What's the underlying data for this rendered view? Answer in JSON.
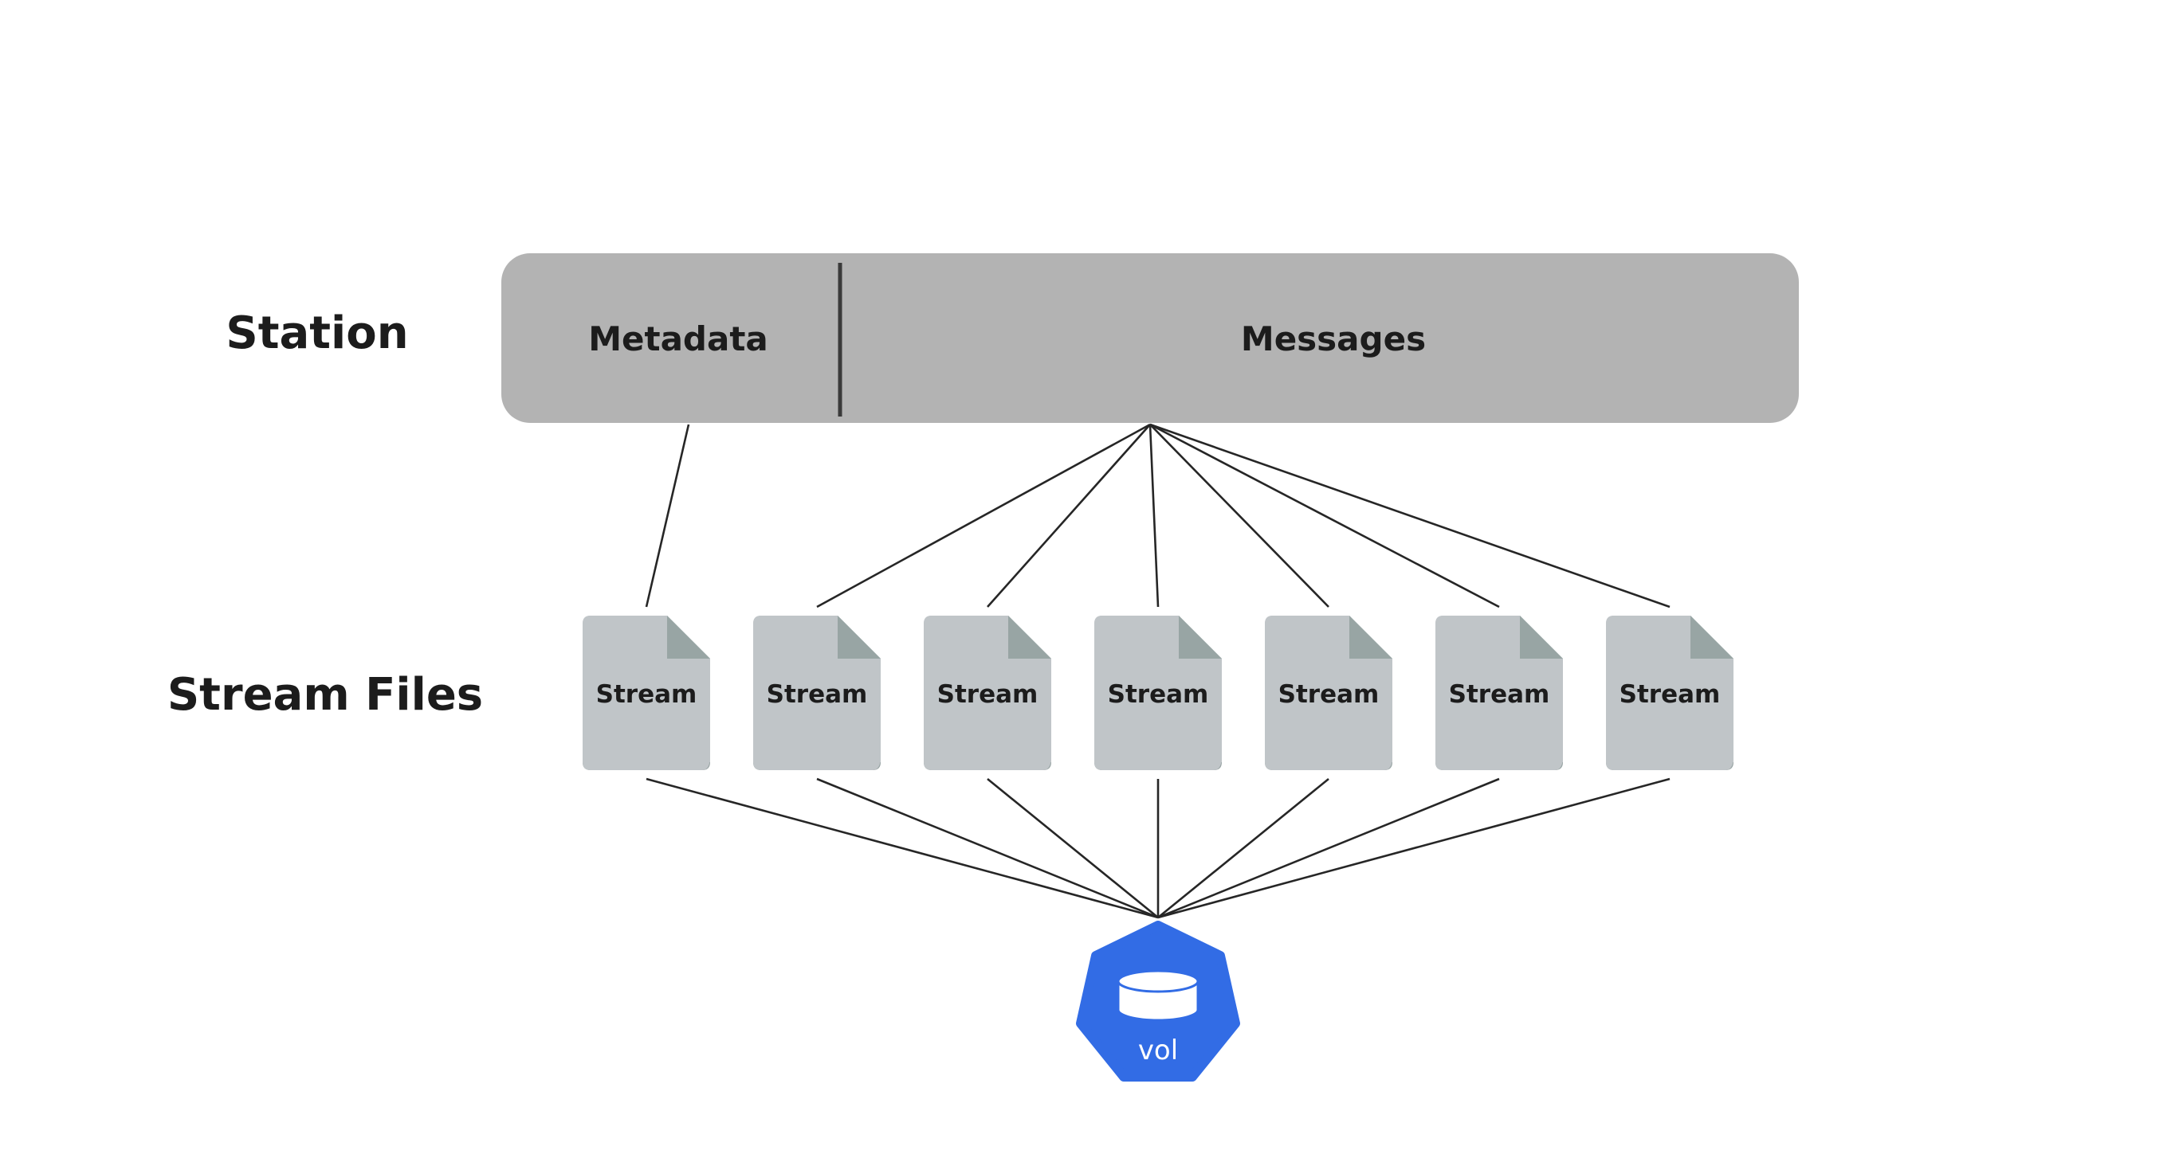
{
  "rows": {
    "station_label": "Station",
    "stream_files_label": "Stream Files"
  },
  "station": {
    "metadata_label": "Metadata",
    "messages_label": "Messages"
  },
  "streams": [
    {
      "label": "Stream"
    },
    {
      "label": "Stream"
    },
    {
      "label": "Stream"
    },
    {
      "label": "Stream"
    },
    {
      "label": "Stream"
    },
    {
      "label": "Stream"
    },
    {
      "label": "Stream"
    }
  ],
  "volume": {
    "label": "vol",
    "icon": "database-icon"
  },
  "colors": {
    "station_fill": "#b3b3b3",
    "file_body": "#c0c5c8",
    "file_fold": "#98a5a4",
    "file_bottom": "#97a3a3",
    "volume_fill": "#326ce5"
  }
}
